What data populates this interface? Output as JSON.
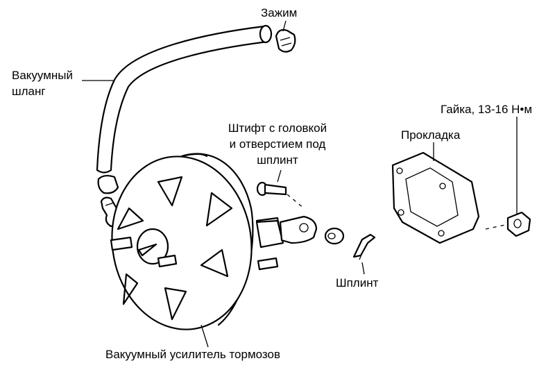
{
  "labels": {
    "clamp": "Зажим",
    "hose_line1": "Вакуумный",
    "hose_line2": "шланг",
    "pin_line1": "Штифт с головкой",
    "pin_line2": "и отверстием под",
    "pin_line3": "шплинт",
    "nut": "Гайка, 13-16 Н•м",
    "gasket": "Прокладка",
    "cotter": "Шплинт",
    "booster": "Вакуумный усилитель тормозов"
  }
}
